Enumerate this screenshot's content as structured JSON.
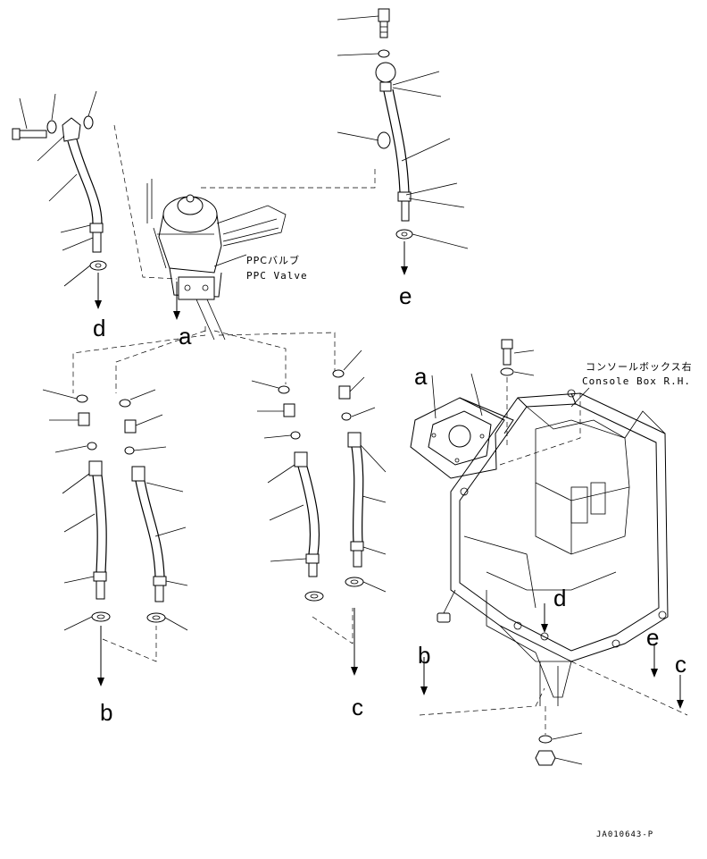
{
  "callouts": {
    "a1": "a",
    "b1": "b",
    "c1": "c",
    "d1": "d",
    "e1": "e",
    "a2": "a",
    "b2": "b",
    "c2": "c",
    "d2": "d",
    "e2": "e"
  },
  "labels": {
    "ppc_valve_jp": "PPCバルブ",
    "ppc_valve_en": "PPC Valve",
    "console_box_jp": "コンソールボックス右",
    "console_box_en": "Console Box R.H."
  },
  "drawing_code": "JA010643-P"
}
